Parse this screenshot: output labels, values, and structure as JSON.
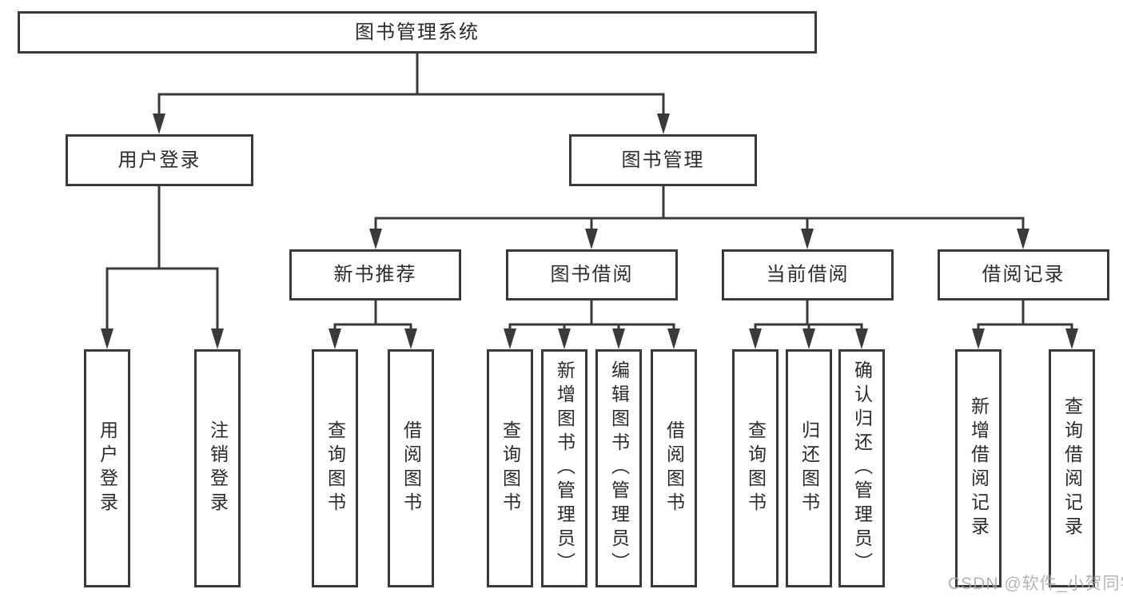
{
  "diagram_title": "图书管理系统",
  "tree": {
    "root": {
      "label": "图书管理系统",
      "children": [
        {
          "label": "用户登录",
          "children": [
            {
              "label": "用户登录"
            },
            {
              "label": "注销登录"
            }
          ]
        },
        {
          "label": "图书管理",
          "children": [
            {
              "label": "新书推荐",
              "children": [
                {
                  "label": "查询图书"
                },
                {
                  "label": "借阅图书"
                }
              ]
            },
            {
              "label": "图书借阅",
              "children": [
                {
                  "label": "查询图书"
                },
                {
                  "label": "新增图书（管理员）"
                },
                {
                  "label": "编辑图书（管理员）"
                },
                {
                  "label": "借阅图书"
                }
              ]
            },
            {
              "label": "当前借阅",
              "children": [
                {
                  "label": "查询图书"
                },
                {
                  "label": "归还图书"
                },
                {
                  "label": "确认归还（管理员）"
                }
              ]
            },
            {
              "label": "借阅记录",
              "children": [
                {
                  "label": "新增借阅记录"
                },
                {
                  "label": "查询借阅记录"
                }
              ]
            }
          ]
        }
      ]
    }
  },
  "watermark": "CSDN @软件_小贺同学",
  "colors": {
    "line": "#3a3a3a",
    "box_border": "#3a3a3a",
    "text": "#2b2b2b",
    "watermark": "#a8a8a8",
    "background": "#ffffff"
  }
}
